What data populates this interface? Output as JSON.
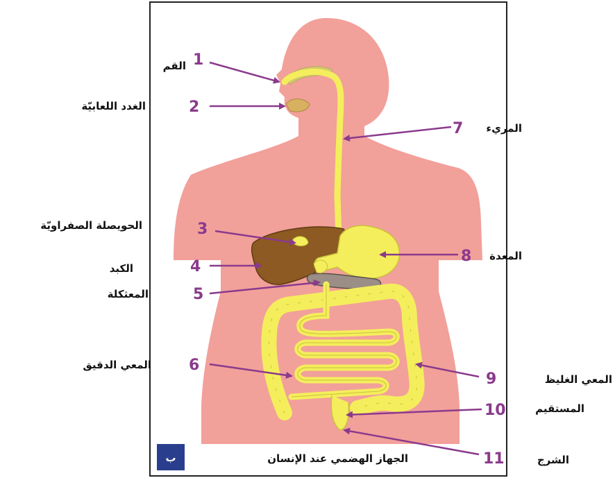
{
  "colors": {
    "skin": "#f2a09a",
    "tract": "#f4ee5c",
    "tract_stroke": "#c9c23a",
    "liver": "#8c5a22",
    "pancreas": "#9a8e86",
    "arrow": "#8a3a8c",
    "badge": "#2a3e8e",
    "frame": "#222222"
  },
  "caption": {
    "text": "الجهاز الهضمي عند الإنسان",
    "badge": "ب"
  },
  "labels": [
    {
      "num": "1",
      "name": "القم"
    },
    {
      "num": "2",
      "name": "الغدد اللعابيّة"
    },
    {
      "num": "3",
      "name": "الحويصلة الصفراويّة"
    },
    {
      "num": "4",
      "name": "الكبد"
    },
    {
      "num": "5",
      "name": "المعثكلة"
    },
    {
      "num": "6",
      "name": "المعي الدقيق"
    },
    {
      "num": "7",
      "name": "المريء"
    },
    {
      "num": "8",
      "name": "المعدة"
    },
    {
      "num": "9",
      "name": "المعي الغليظ"
    },
    {
      "num": "10",
      "name": "المستقيم"
    },
    {
      "num": "11",
      "name": "الشرج"
    }
  ]
}
